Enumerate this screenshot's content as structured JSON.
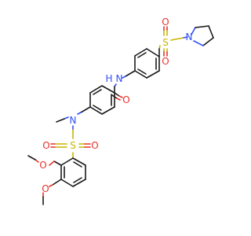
{
  "molecule": {
    "colors": {
      "carbon": "#1a1a1a",
      "oxygen": "#e8312a",
      "nitrogen": "#3050f8",
      "sulfur": "#c9b400",
      "background": "#ffffff"
    },
    "atoms": {
      "amide_N": "N",
      "amide_H": "H",
      "amide_O": "O",
      "sulfonyl1_S": "S",
      "sulfonyl1_O_top": "O",
      "sulfonyl1_O_bottom": "O",
      "pyrrolidine_N": "N",
      "sulfonamide_N": "N",
      "sulfonyl2_S": "S",
      "sulfonyl2_O_left": "O",
      "sulfonyl2_O_right": "O",
      "methoxy1_O": "O",
      "methoxy2_O": "O"
    }
  }
}
